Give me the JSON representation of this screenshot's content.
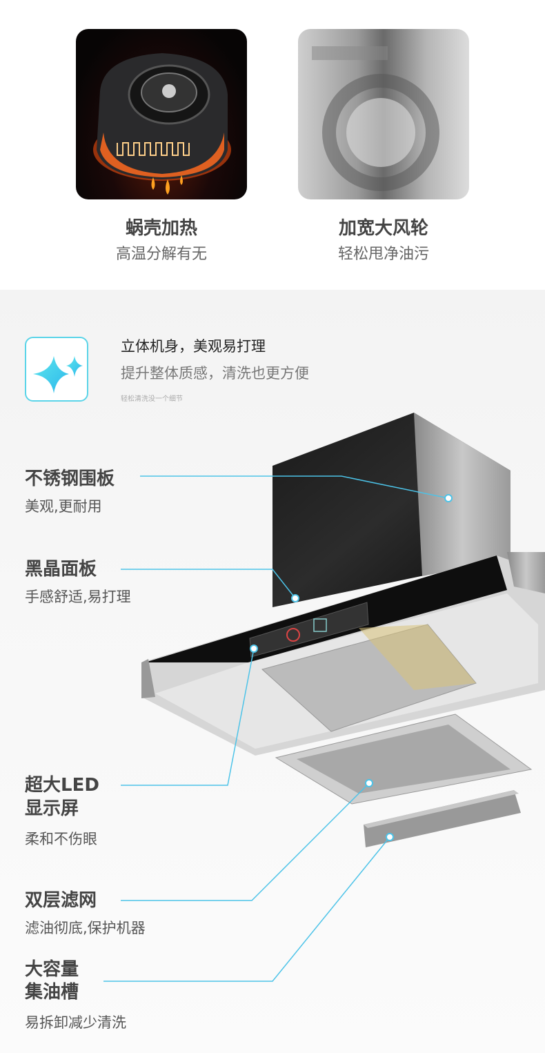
{
  "features_top": [
    {
      "title": "蜗壳加热",
      "subtitle": "高温分解有无"
    },
    {
      "title": "加宽大风轮",
      "subtitle": "轻松甩净油污"
    }
  ],
  "section": {
    "icon": "sparkle-icon",
    "heading": "立体机身，美观易打理",
    "subheading": "提升整体质感，清洗也更方便",
    "note": "轻松清洗没一个细节"
  },
  "callouts": [
    {
      "title": "不锈钢围板",
      "subtitle": "美观,更耐用"
    },
    {
      "title": "黑晶面板",
      "subtitle": "手感舒适,易打理"
    },
    {
      "title_line1": "超大LED",
      "title_line2": "显示屏",
      "subtitle": "柔和不伤眼"
    },
    {
      "title": "双层滤网",
      "subtitle": "滤油彻底,保护机器"
    },
    {
      "title_line1": "大容量",
      "title_line2": "集油槽",
      "subtitle": "易拆卸减少清洗"
    }
  ],
  "colors": {
    "accent": "#4cc3e8",
    "text": "#444444"
  }
}
